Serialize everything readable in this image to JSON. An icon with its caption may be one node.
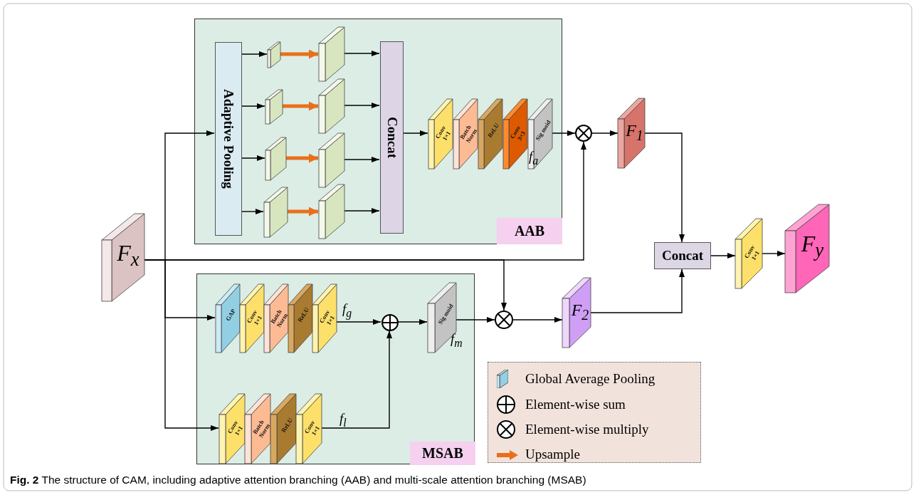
{
  "diagram": {
    "caption": "**Fig. 2** The structure of CAM, including adaptive attention branching (AAB) and multi-scale attention branching (MSAB)",
    "nodes": [
      {
        "text": [
          "AAB"
        ]
      },
      {
        "text": [
          "Adaptive Pooling"
        ],
        "in": 0
      },
      {
        "text": [],
        "shape": "box",
        "in": 0
      },
      {
        "text": [],
        "shape": "box",
        "in": 0
      },
      {
        "text": [],
        "shape": "box",
        "in": 0
      },
      {
        "text": [],
        "shape": "box",
        "in": 0
      },
      {
        "text": [],
        "shape": "box",
        "in": 0
      },
      {
        "text": [],
        "shape": "box",
        "in": 0
      },
      {
        "text": [],
        "shape": "box",
        "in": 0
      },
      {
        "text": [],
        "shape": "box",
        "in": 0
      },
      {
        "text": [
          "Concat"
        ],
        "in": 0
      },
      {
        "text": [
          "Conv 1×1"
        ],
        "in": 0
      },
      {
        "text": [
          "Batch Norm"
        ],
        "in": 0
      },
      {
        "text": [
          "ReLU"
        ],
        "in": 0
      },
      {
        "text": [
          "Conv 3×3"
        ],
        "in": 0
      },
      {
        "text": [
          "Sig moid"
        ],
        "beside": [
          "f$_{a}$"
        ],
        "in": 0
      },
      {
        "text": [
          "F$_{x}$"
        ]
      },
      {
        "text": [],
        "shape": "circle"
      },
      {
        "text": [
          "F$_{1}$"
        ]
      },
      {
        "text": [
          "MSAB"
        ]
      },
      {
        "text": [
          "GAP"
        ],
        "in": 19
      },
      {
        "text": [
          "Conv 1×1"
        ],
        "in": 19
      },
      {
        "text": [
          "Batch Norm"
        ],
        "in": 19
      },
      {
        "text": [
          "ReLU"
        ],
        "in": 19
      },
      {
        "text": [
          "Conv 1×1"
        ],
        "beside": [
          "f$_{g}$"
        ],
        "in": 19
      },
      {
        "text": [
          "Conv 1×1"
        ],
        "in": 19
      },
      {
        "text": [
          "Batch Norm"
        ],
        "in": 19
      },
      {
        "text": [
          "ReLU"
        ],
        "in": 19
      },
      {
        "text": [
          "Conv 1×1"
        ],
        "beside": [
          "f$_{l}$"
        ],
        "in": 19
      },
      {
        "text": [],
        "shape": "circle",
        "in": 19
      },
      {
        "text": [
          "Sig moid"
        ],
        "beside": [
          "f$_{m}$"
        ],
        "in": 19
      },
      {
        "text": [],
        "shape": "circle"
      },
      {
        "text": [
          "F$_{2}$"
        ]
      },
      {
        "text": [
          "Concat"
        ]
      },
      {
        "text": [
          "Conv 1×1"
        ]
      },
      {
        "text": [
          "F$_{y}$"
        ]
      }
    ],
    "edges": [
      {
        "from": 16,
        "to": 1,
        "arrow": "to"
      },
      {
        "from": 16,
        "to": 20,
        "arrow": "to"
      },
      {
        "from": 16,
        "to": 25,
        "arrow": "to"
      },
      {
        "from": 16,
        "to": 17,
        "arrow": "to"
      },
      {
        "from": 16,
        "to": 31,
        "arrow": "to"
      },
      {
        "from": 1,
        "to": 2,
        "arrow": "to"
      },
      {
        "from": 1,
        "to": 3,
        "arrow": "to"
      },
      {
        "from": 1,
        "to": 4,
        "arrow": "to"
      },
      {
        "from": 1,
        "to": 5,
        "arrow": "to"
      },
      {
        "from": 2,
        "to": 6,
        "arrow": "to",
        "style": "thick",
        "color": "#e8701a"
      },
      {
        "from": 3,
        "to": 7,
        "arrow": "to",
        "style": "thick",
        "color": "#e8701a"
      },
      {
        "from": 4,
        "to": 8,
        "arrow": "to",
        "style": "thick",
        "color": "#e8701a"
      },
      {
        "from": 5,
        "to": 9,
        "arrow": "to",
        "style": "thick",
        "color": "#e8701a"
      },
      {
        "from": 6,
        "to": 10,
        "arrow": "to"
      },
      {
        "from": 7,
        "to": 10,
        "arrow": "to"
      },
      {
        "from": 8,
        "to": 10,
        "arrow": "to"
      },
      {
        "from": 9,
        "to": 10,
        "arrow": "to"
      },
      {
        "from": 10,
        "to": 11,
        "arrow": "to"
      },
      {
        "from": 15,
        "to": 17,
        "arrow": "to"
      },
      {
        "from": 17,
        "to": 18,
        "arrow": "to"
      },
      {
        "from": 24,
        "to": 29,
        "arrow": "to"
      },
      {
        "from": 28,
        "to": 29,
        "arrow": "to"
      },
      {
        "from": 29,
        "to": 30,
        "arrow": "to"
      },
      {
        "from": 30,
        "to": 31,
        "arrow": "to"
      },
      {
        "from": 31,
        "to": 32,
        "arrow": "to"
      },
      {
        "from": 18,
        "to": 33,
        "arrow": "to"
      },
      {
        "from": 32,
        "to": 33,
        "arrow": "to"
      },
      {
        "from": 33,
        "to": 34,
        "arrow": "to"
      },
      {
        "from": 34,
        "to": 35,
        "arrow": "to"
      }
    ],
    "legend": [
      {
        "text": "Global Average Pooling"
      },
      {
        "text": "Element-wise sum"
      },
      {
        "text": "Element-wise multiply"
      },
      {
        "text": "Upsample"
      }
    ]
  }
}
